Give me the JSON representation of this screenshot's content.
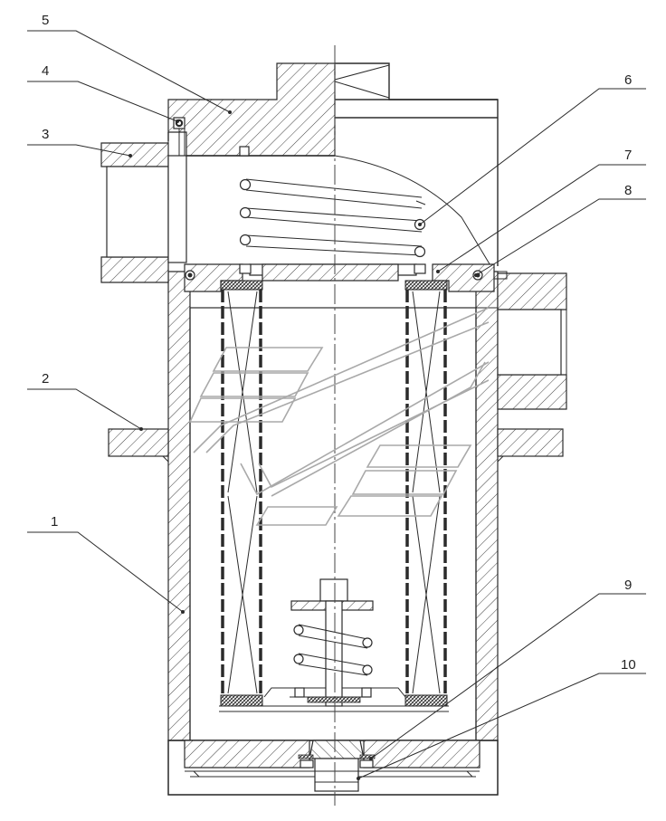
{
  "callouts": [
    {
      "id": "1",
      "label": "1"
    },
    {
      "id": "2",
      "label": "2"
    },
    {
      "id": "3",
      "label": "3"
    },
    {
      "id": "4",
      "label": "4"
    },
    {
      "id": "5",
      "label": "5"
    },
    {
      "id": "6",
      "label": "6"
    },
    {
      "id": "7",
      "label": "7"
    },
    {
      "id": "8",
      "label": "8"
    },
    {
      "id": "9",
      "label": "9"
    },
    {
      "id": "10",
      "label": "10"
    }
  ],
  "colors": {
    "line": "#2b2b2b",
    "watermark": "#a9a9a9",
    "background": "#ffffff"
  },
  "watermark": {
    "icon": "stylized-logo-watermark"
  }
}
